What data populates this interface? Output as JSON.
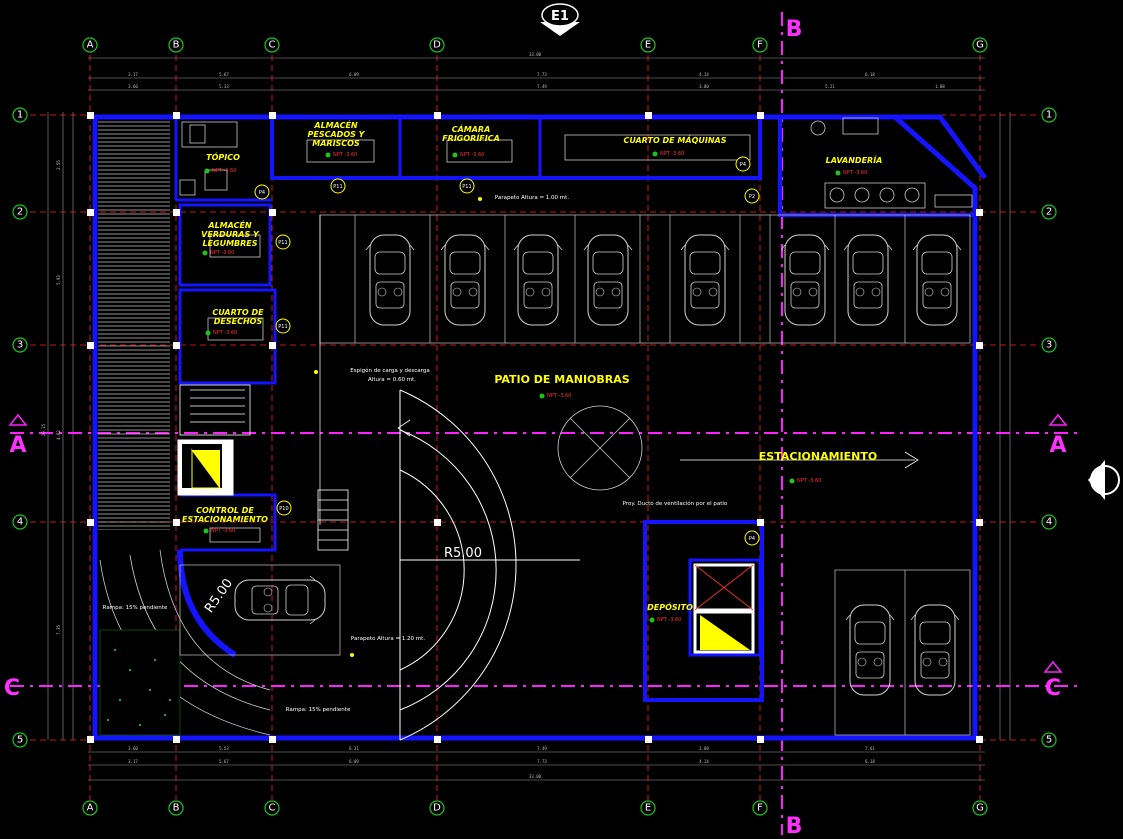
{
  "drawing": {
    "elevation_marker": "E1",
    "grid_columns": [
      "A",
      "B",
      "C",
      "D",
      "E",
      "F",
      "G"
    ],
    "grid_rows": [
      "1",
      "2",
      "3",
      "4",
      "5"
    ],
    "sections": {
      "A": "A",
      "C": "C",
      "B": "B"
    },
    "colors": {
      "walls": "#1414ff",
      "grid": "#ff2020",
      "section": "#ff20ff",
      "text": "#ffff00",
      "npt": "#ff3030"
    }
  },
  "rooms": {
    "topico": "TÓPICO",
    "almacen_pescados": "ALMACÉN\nPESCADOS Y\nMARISCOS",
    "camara_frigorifica": "CÁMARA\nFRIGORÍFICA",
    "cuarto_maquinas": "CUARTO DE MÁQUINAS",
    "lavanderia": "LAVANDERÍA",
    "almacen_verduras": "ALMACÉN\nVERDURAS Y\nLEGUMBRES",
    "cuarto_desechos": "CUARTO DE\nDESECHOS",
    "patio_maniobras": "PATIO DE MANIOBRAS",
    "estacionamiento": "ESTACIONAMIENTO",
    "control_estacionamiento": "CONTROL DE\nESTACIONAMIENTO",
    "deposito": "DEPÓSITO"
  },
  "levels": {
    "npt_generic": "NPT  -3.60",
    "npt_patio": "NPT  -3.60",
    "npt_estac": "NPT  -3.60"
  },
  "notes": {
    "parapeto_top": "Parapeto Altura = 1.00 mt.",
    "espigon": "Espigón de carga y descarga",
    "espigon_altura": "Altura = 0.60 mt.",
    "ducto": "Proy. Ducto de ventilación por el patio",
    "parapeto_bottom": "Parapeto Altura = 1.20 mt.",
    "rampa_top": "Rampa: 15% pendiente",
    "rampa_bottom": "Rampa: 15% pendiente",
    "radius_1": "R5.00",
    "radius_2": "R5.00"
  },
  "doors": [
    "P4",
    "P11",
    "P11",
    "P4",
    "P2",
    "P11",
    "P11",
    "P10",
    "P4"
  ],
  "dimensions": {
    "top_total": "33.00",
    "top_row": [
      "3.17",
      "5.67",
      "6.09",
      "7.73",
      "4.14",
      "6.18"
    ],
    "top_row2": [
      "3.60",
      "5.33",
      "7.49",
      "3.80",
      "5.21",
      "1.88"
    ],
    "bottom_row": [
      "3.60",
      "5.53",
      "6.31",
      "7.49",
      "3.80",
      "7.61"
    ],
    "bottom_row2": [
      "3.17",
      "5.67",
      "6.09",
      "7.73",
      "4.14",
      "6.18"
    ],
    "bottom_total": "33.00",
    "left_side": [
      "2.55",
      "5.93",
      "4.82",
      "7.35"
    ],
    "left_total": "20.15"
  }
}
